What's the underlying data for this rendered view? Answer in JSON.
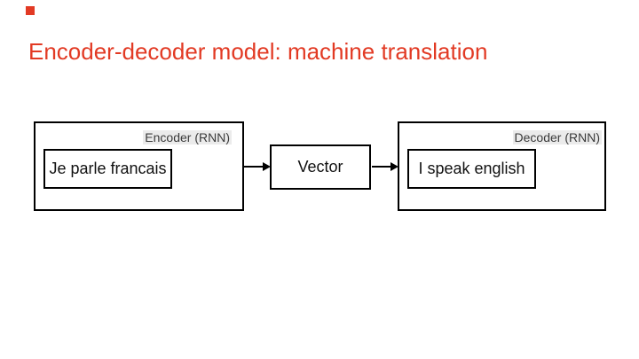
{
  "slide": {
    "title": "Encoder-decoder model: machine translation",
    "title_color": "#e23a24",
    "accent_color": "#e23a24",
    "background_color": "#ffffff"
  },
  "diagram": {
    "encoder": {
      "label": "Encoder (RNN)",
      "input_text": "Je parle francais"
    },
    "vector": {
      "text": "Vector"
    },
    "decoder": {
      "label": "Decoder (RNN)",
      "output_text": "I speak english"
    },
    "colors": {
      "box_border": "#000000",
      "label_background": "#ebebeb",
      "label_text": "#3a3a3a"
    }
  }
}
